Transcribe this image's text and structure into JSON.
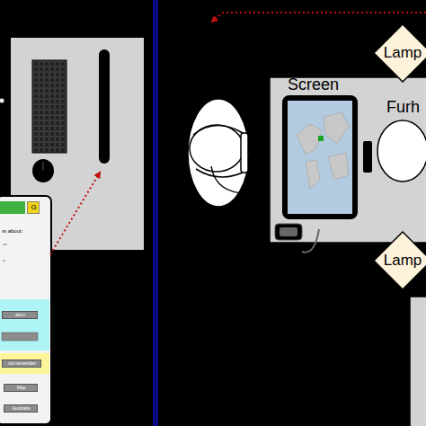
{
  "diagram": {
    "nodes": [
      {
        "text": [
          "rs about:"
        ]
      },
      {
        "text": [
          "G"
        ],
        "in": 0
      },
      {
        "text": [
          "ation"
        ],
        "in": 0
      },
      {
        "text": [
          "not remember"
        ],
        "in": 0
      },
      {
        "text": [
          "Map"
        ],
        "in": 0
      },
      {
        "text": [
          "Australia"
        ],
        "in": 0
      },
      {
        "text": [
          "Lamp"
        ]
      },
      {
        "text": [
          "Screen"
        ]
      },
      {
        "text": [
          "Furh"
        ]
      },
      {
        "text": [
          "Lamp"
        ]
      }
    ]
  }
}
